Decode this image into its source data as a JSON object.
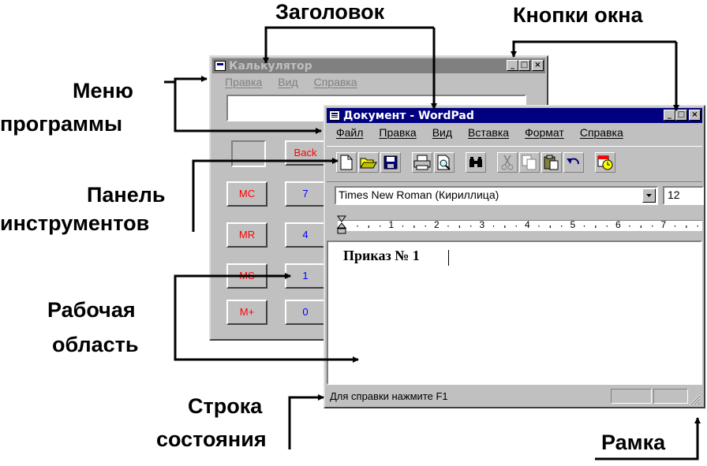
{
  "annotations": {
    "title_bar": "Заголовок",
    "window_buttons": "Кнопки окна",
    "menu_line1": "Меню",
    "menu_line2": "программы",
    "toolbar_line1": "Панель",
    "toolbar_line2": "инструментов",
    "work_area_line1": "Рабочая",
    "work_area_line2": "область",
    "status_line1": "Строка",
    "status_line2": "состояния",
    "frame": "Рамка"
  },
  "calculator": {
    "title": "Калькулятор",
    "menu": [
      "Правка",
      "Вид",
      "Справка"
    ],
    "back_label": "Back",
    "memory_buttons": [
      "MC",
      "MR",
      "MS",
      "M+"
    ],
    "digit_buttons": [
      "7",
      "4",
      "1",
      "0"
    ]
  },
  "wordpad": {
    "title": "Документ - WordPad",
    "menu": [
      "Файл",
      "Правка",
      "Вид",
      "Вставка",
      "Формат",
      "Справка"
    ],
    "font_name": "Times New Roman (Кириллица)",
    "font_size": "12",
    "ruler_numbers": [
      "1",
      "2",
      "3",
      "4",
      "5",
      "6",
      "7"
    ],
    "document_text": "Приказ № 1",
    "status_text": "Для справки нажмите F1"
  },
  "icons": [
    "new-document-icon",
    "open-folder-icon",
    "save-icon",
    "print-icon",
    "print-preview-icon",
    "find-icon",
    "cut-icon",
    "copy-icon",
    "paste-icon",
    "undo-icon",
    "insert-date-icon",
    "window-minimize-icon",
    "window-maximize-icon",
    "window-close-icon",
    "dropdown-arrow-icon",
    "size-grip-icon"
  ],
  "colors": {
    "active_title": "#000080",
    "inactive_title": "#808080",
    "window_face": "#c0c0c0",
    "calc_memory_text": "#ff0000",
    "calc_digit_text": "#0000ff",
    "arrow": "#000000"
  }
}
